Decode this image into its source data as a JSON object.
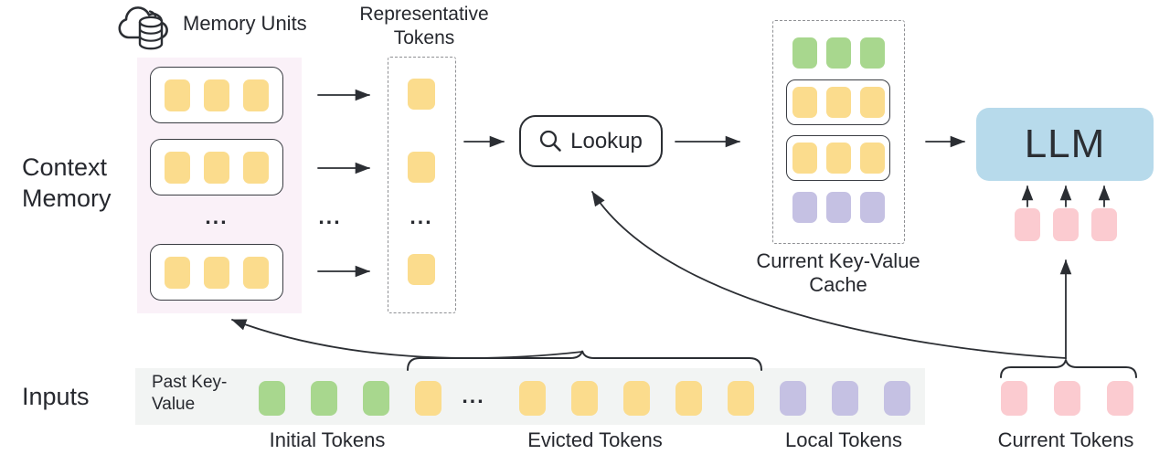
{
  "colors": {
    "stroke": "#2b2e33",
    "text": "#26282e",
    "yellow": "#fbdc8d",
    "green": "#a8d78e",
    "purple": "#c5c1e3",
    "pink": "#fbcbd0",
    "llm_blue": "#b7daeb",
    "panel_pink": "#faf1f8",
    "band_gray": "#f2f4f3"
  },
  "labels": {
    "memory_units": "Memory Units",
    "representative_tokens": "Representative Tokens",
    "context_memory": "Context Memory",
    "lookup": "Lookup",
    "current_kv_cache": "Current Key-Value Cache",
    "llm": "LLM",
    "inputs": "Inputs",
    "past_key_value": "Past Key-Value",
    "ellipsis": "..."
  },
  "token_groups": {
    "memory_unit": {
      "color": "yellow",
      "count": 3
    },
    "representative": {
      "color": "yellow",
      "count": 1
    },
    "cache_initial": {
      "color": "green",
      "count": 3
    },
    "cache_unit": {
      "color": "yellow",
      "count": 3
    },
    "cache_local": {
      "color": "purple",
      "count": 3
    },
    "llm_current": {
      "color": "pink",
      "count": 3
    },
    "input_initial": {
      "color": "green",
      "count": 3
    },
    "input_evicted_head": {
      "color": "yellow",
      "count": 1
    },
    "input_evicted_tail": {
      "color": "yellow",
      "count": 5
    },
    "input_local": {
      "color": "purple",
      "count": 3
    },
    "input_current": {
      "color": "pink",
      "count": 3
    }
  },
  "input_labels": [
    {
      "text": "Initial Tokens"
    },
    {
      "text": "Evicted Tokens"
    },
    {
      "text": "Local Tokens"
    },
    {
      "text": "Current Tokens"
    }
  ]
}
